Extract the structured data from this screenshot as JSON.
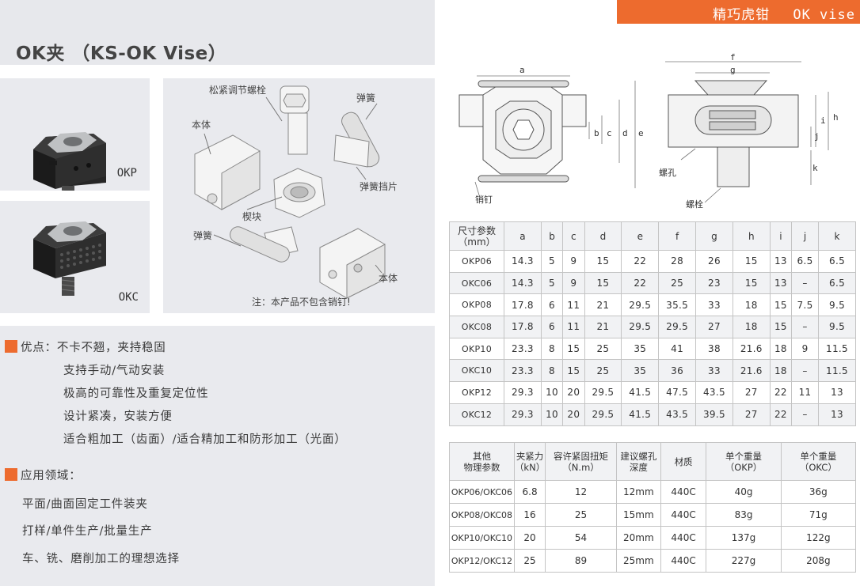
{
  "header": {
    "title": "OK夹 （KS-OK Vise）",
    "banner": "精巧虎钳　 OK vise"
  },
  "photos": {
    "okp_label": "OKP",
    "okc_label": "OKC"
  },
  "exploded_view": {
    "labels": {
      "bolt": "松紧调节螺栓",
      "body_top": "本体",
      "spring_top": "弹簧",
      "spring_plate": "弹簧挡片",
      "wedge": "楔块",
      "spring_left": "弹簧",
      "body_bottom": "本体"
    },
    "note": "注：本产品不包含销钉!"
  },
  "features": {
    "advantages_title": "优点：",
    "advantages": [
      "不卡不翘，夹持稳固",
      "支持手动/气动安装",
      "极高的可靠性及重复定位性",
      "设计紧凑，安装方便",
      "适合粗加工（齿面）/适合精加工和防形加工（光面）"
    ],
    "applications_title": "应用领域：",
    "applications": [
      "平面/曲面固定工件装夹",
      "打样/单件生产/批量生产",
      "车、铣、磨削加工的理想选择"
    ]
  },
  "drawing": {
    "dims": [
      "a",
      "b",
      "c",
      "d",
      "e",
      "f",
      "g",
      "h",
      "i",
      "j",
      "k"
    ],
    "labels": {
      "pin": "销钉",
      "screw_hole": "螺孔",
      "bolt": "螺栓"
    }
  },
  "dimension_table": {
    "header_line1": "尺寸参数",
    "header_line2": "（mm）",
    "columns": [
      "a",
      "b",
      "c",
      "d",
      "e",
      "f",
      "g",
      "h",
      "i",
      "j",
      "k"
    ],
    "rows": [
      {
        "model": "OKP06",
        "values": [
          "14.3",
          "5",
          "9",
          "15",
          "22",
          "28",
          "26",
          "15",
          "13",
          "6.5",
          "6.5"
        ]
      },
      {
        "model": "OKC06",
        "values": [
          "14.3",
          "5",
          "9",
          "15",
          "22",
          "25",
          "23",
          "15",
          "13",
          "–",
          "6.5"
        ]
      },
      {
        "model": "OKP08",
        "values": [
          "17.8",
          "6",
          "11",
          "21",
          "29.5",
          "35.5",
          "33",
          "18",
          "15",
          "7.5",
          "9.5"
        ]
      },
      {
        "model": "OKC08",
        "values": [
          "17.8",
          "6",
          "11",
          "21",
          "29.5",
          "29.5",
          "27",
          "18",
          "15",
          "–",
          "9.5"
        ]
      },
      {
        "model": "OKP10",
        "values": [
          "23.3",
          "8",
          "15",
          "25",
          "35",
          "41",
          "38",
          "21.6",
          "18",
          "9",
          "11.5"
        ]
      },
      {
        "model": "OKC10",
        "values": [
          "23.3",
          "8",
          "15",
          "25",
          "35",
          "36",
          "33",
          "21.6",
          "18",
          "–",
          "11.5"
        ]
      },
      {
        "model": "OKP12",
        "values": [
          "29.3",
          "10",
          "20",
          "29.5",
          "41.5",
          "47.5",
          "43.5",
          "27",
          "22",
          "11",
          "13"
        ]
      },
      {
        "model": "OKC12",
        "values": [
          "29.3",
          "10",
          "20",
          "29.5",
          "41.5",
          "43.5",
          "39.5",
          "27",
          "22",
          "–",
          "13"
        ]
      }
    ]
  },
  "physical_table": {
    "headers": [
      [
        "其他",
        "物理参数"
      ],
      [
        "夹紧力",
        "（kN）"
      ],
      [
        "容许紧固扭矩",
        "（N.m）"
      ],
      [
        "建议螺孔",
        "深度"
      ],
      [
        "材质",
        ""
      ],
      [
        "单个重量",
        "（OKP）"
      ],
      [
        "单个重量",
        "（OKC）"
      ]
    ],
    "rows": [
      [
        "OKP06/OKC06",
        "6.8",
        "12",
        "12mm",
        "440C",
        "40g",
        "36g"
      ],
      [
        "OKP08/OKC08",
        "16",
        "25",
        "15mm",
        "440C",
        "83g",
        "71g"
      ],
      [
        "OKP10/OKC10",
        "20",
        "54",
        "20mm",
        "440C",
        "137g",
        "122g"
      ],
      [
        "OKP12/OKC12",
        "25",
        "89",
        "25mm",
        "440C",
        "227g",
        "208g"
      ]
    ]
  },
  "colors": {
    "accent": "#ed6b2e",
    "panel": "#e9eaee",
    "text": "#3a3a3a"
  }
}
